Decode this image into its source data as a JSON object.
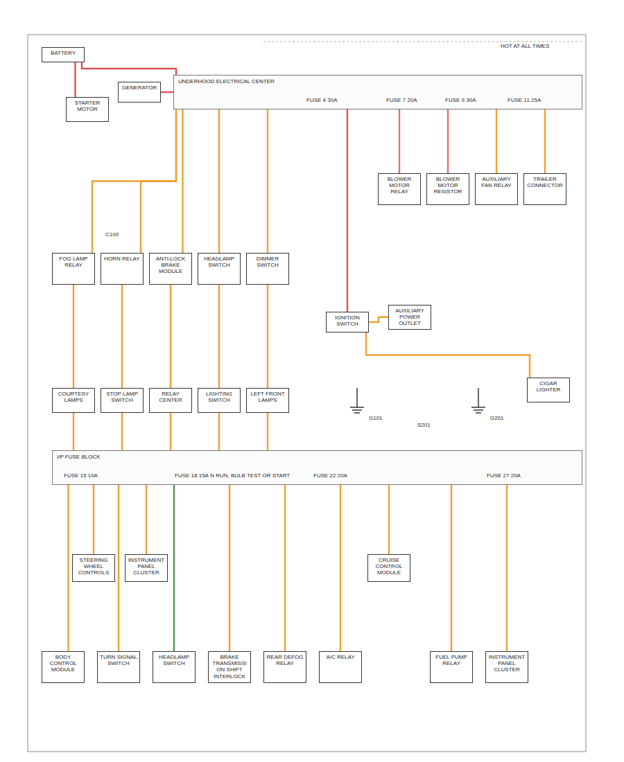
{
  "diagram": {
    "nodes": [
      {
        "text": [
          "BATTERY"
        ]
      },
      {
        "text": [
          "STARTER MOTOR"
        ]
      },
      {
        "text": [
          "GENERATOR"
        ]
      },
      {
        "text": [
          "UNDERHOOD ELECTRICAL CENTER"
        ]
      },
      {
        "text": [
          "BLOWER MOTOR RELAY"
        ]
      },
      {
        "text": [
          "BLOWER MOTOR RESISTOR"
        ]
      },
      {
        "text": [
          "AUXILIARY FAN RELAY"
        ]
      },
      {
        "text": [
          "TRAILER CONNECTOR"
        ]
      },
      {
        "text": [
          "FOG LAMP RELAY"
        ]
      },
      {
        "text": [
          "HORN RELAY"
        ]
      },
      {
        "text": [
          "ANTI-LOCK BRAKE MODULE"
        ]
      },
      {
        "text": [
          "HEADLAMP SWITCH"
        ]
      },
      {
        "text": [
          "DIMMER SWITCH"
        ]
      },
      {
        "text": [
          "IGNITION SWITCH"
        ]
      },
      {
        "text": [
          "AUXILIARY POWER OUTLET"
        ]
      },
      {
        "text": [
          "CIGAR LIGHTER"
        ]
      },
      {
        "text": [
          "COURTESY LAMPS"
        ]
      },
      {
        "text": [
          "STOP LAMP SWITCH"
        ]
      },
      {
        "text": [
          "RELAY CENTER"
        ]
      },
      {
        "text": [
          "LIGHTING SWITCH"
        ]
      },
      {
        "text": [
          "LEFT FRONT LAMPS"
        ]
      },
      {
        "text": [
          "I/P FUSE BLOCK"
        ]
      },
      {
        "text": [
          "STEERING WHEEL CONTROLS"
        ]
      },
      {
        "text": [
          "INSTRUMENT PANEL CLUSTER"
        ]
      },
      {
        "text": [
          "CRUISE CONTROL MODULE"
        ]
      },
      {
        "text": [
          "BODY CONTROL MODULE"
        ]
      },
      {
        "text": [
          "TURN SIGNAL SWITCH"
        ]
      },
      {
        "text": [
          "HEADLAMP SWITCH"
        ]
      },
      {
        "text": [
          "BRAKE TRANSMISSION SHIFT INTERLOCK"
        ]
      },
      {
        "text": [
          "REAR DEFOG RELAY"
        ]
      },
      {
        "text": [
          "A/C RELAY"
        ]
      },
      {
        "text": [
          "FUEL PUMP RELAY"
        ]
      },
      {
        "text": [
          "INSTRUMENT PANEL CLUSTER"
        ]
      }
    ],
    "edges": [
      {
        "from": 0,
        "to": 1,
        "arrow": "none"
      },
      {
        "from": 0,
        "to": 3,
        "arrow": "none"
      },
      {
        "from": 2,
        "to": 3,
        "arrow": "none"
      },
      {
        "from": 3,
        "to": 4,
        "arrow": "none"
      },
      {
        "from": 3,
        "to": 5,
        "arrow": "none"
      },
      {
        "from": 3,
        "to": 6,
        "arrow": "none"
      },
      {
        "from": 3,
        "to": 7,
        "arrow": "none"
      },
      {
        "from": 3,
        "to": 8,
        "arrow": "none"
      },
      {
        "from": 3,
        "to": 9,
        "arrow": "none"
      },
      {
        "from": 3,
        "to": 10,
        "arrow": "none"
      },
      {
        "from": 3,
        "to": 11,
        "arrow": "none"
      },
      {
        "from": 3,
        "to": 12,
        "arrow": "none"
      },
      {
        "from": 3,
        "to": 13,
        "arrow": "none"
      },
      {
        "from": 13,
        "to": 14,
        "arrow": "none"
      },
      {
        "from": 13,
        "to": 15,
        "arrow": "none"
      },
      {
        "from": 8,
        "to": 16,
        "arrow": "none"
      },
      {
        "from": 9,
        "to": 17,
        "arrow": "none"
      },
      {
        "from": 10,
        "to": 18,
        "arrow": "none"
      },
      {
        "from": 11,
        "to": 19,
        "arrow": "none"
      },
      {
        "from": 12,
        "to": 20,
        "arrow": "none"
      },
      {
        "from": 16,
        "to": 21,
        "arrow": "none"
      },
      {
        "from": 17,
        "to": 21,
        "arrow": "none"
      },
      {
        "from": 18,
        "to": 21,
        "arrow": "none"
      },
      {
        "from": 19,
        "to": 21,
        "arrow": "none"
      },
      {
        "from": 20,
        "to": 21,
        "arrow": "none"
      },
      {
        "from": 21,
        "to": 22,
        "arrow": "none"
      },
      {
        "from": 21,
        "to": 23,
        "arrow": "none"
      },
      {
        "from": 21,
        "to": 24,
        "arrow": "none"
      },
      {
        "from": 21,
        "to": 25,
        "arrow": "none"
      },
      {
        "from": 21,
        "to": 26,
        "arrow": "none"
      },
      {
        "from": 21,
        "to": 27,
        "arrow": "none"
      },
      {
        "from": 21,
        "to": 28,
        "arrow": "none"
      },
      {
        "from": 21,
        "to": 29,
        "arrow": "none"
      },
      {
        "from": 21,
        "to": 30,
        "arrow": "none"
      },
      {
        "from": 21,
        "to": 31,
        "arrow": "none"
      },
      {
        "from": 21,
        "to": 32,
        "arrow": "none"
      },
      {
        "from": 21,
        "to": 33,
        "arrow": "none"
      }
    ],
    "labels": [
      "HOT AT ALL TIMES",
      "FUSE 4 30A",
      "FUSE 7 20A",
      "FUSE 9 30A",
      "FUSE 11 25A",
      "HOT IN RUN, BULB TEST OR START",
      "FUSE 15 10A",
      "FUSE 18 15A",
      "FUSE 22 20A",
      "FUSE 27 20A",
      "G101",
      "G201",
      "C100",
      "S201"
    ]
  }
}
